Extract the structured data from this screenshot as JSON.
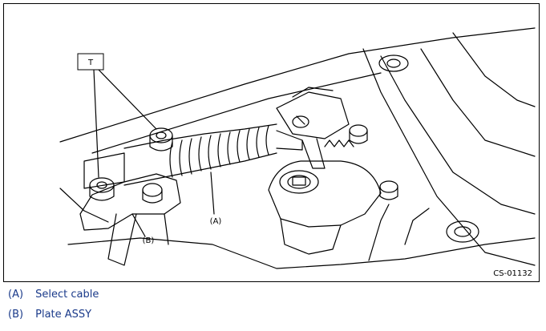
{
  "diagram": {
    "tool_label": "T",
    "callouts": [
      {
        "id": "a",
        "label": "(A)"
      },
      {
        "id": "b",
        "label": "(B)"
      }
    ],
    "figure_code": "CS-01132"
  },
  "legend": [
    {
      "key": "(A)",
      "text": "Select cable"
    },
    {
      "key": "(B)",
      "text": "Plate ASSY"
    }
  ]
}
